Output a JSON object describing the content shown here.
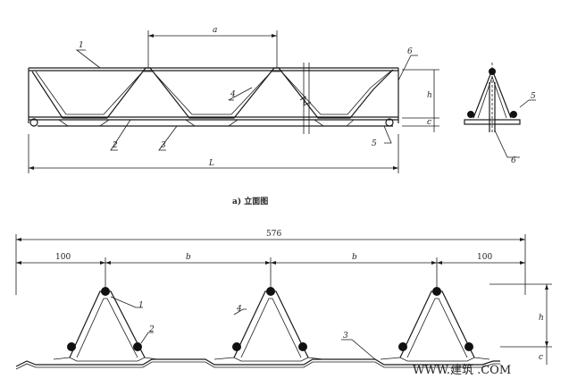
{
  "elevation": {
    "dim_a": "a",
    "dim_h": "h",
    "dim_c": "c",
    "dim_L": "L",
    "labels": [
      "1",
      "2",
      "3",
      "4",
      "5",
      "6"
    ],
    "caption": "a)  立面图"
  },
  "section": {
    "dim_total": "576",
    "dim_left": "100",
    "dim_b1": "b",
    "dim_b2": "b",
    "dim_right": "100",
    "dim_h": "h",
    "dim_c": "c",
    "labels": [
      "1",
      "2",
      "3",
      "4"
    ]
  },
  "watermark": "WWW.建筑 .COM"
}
